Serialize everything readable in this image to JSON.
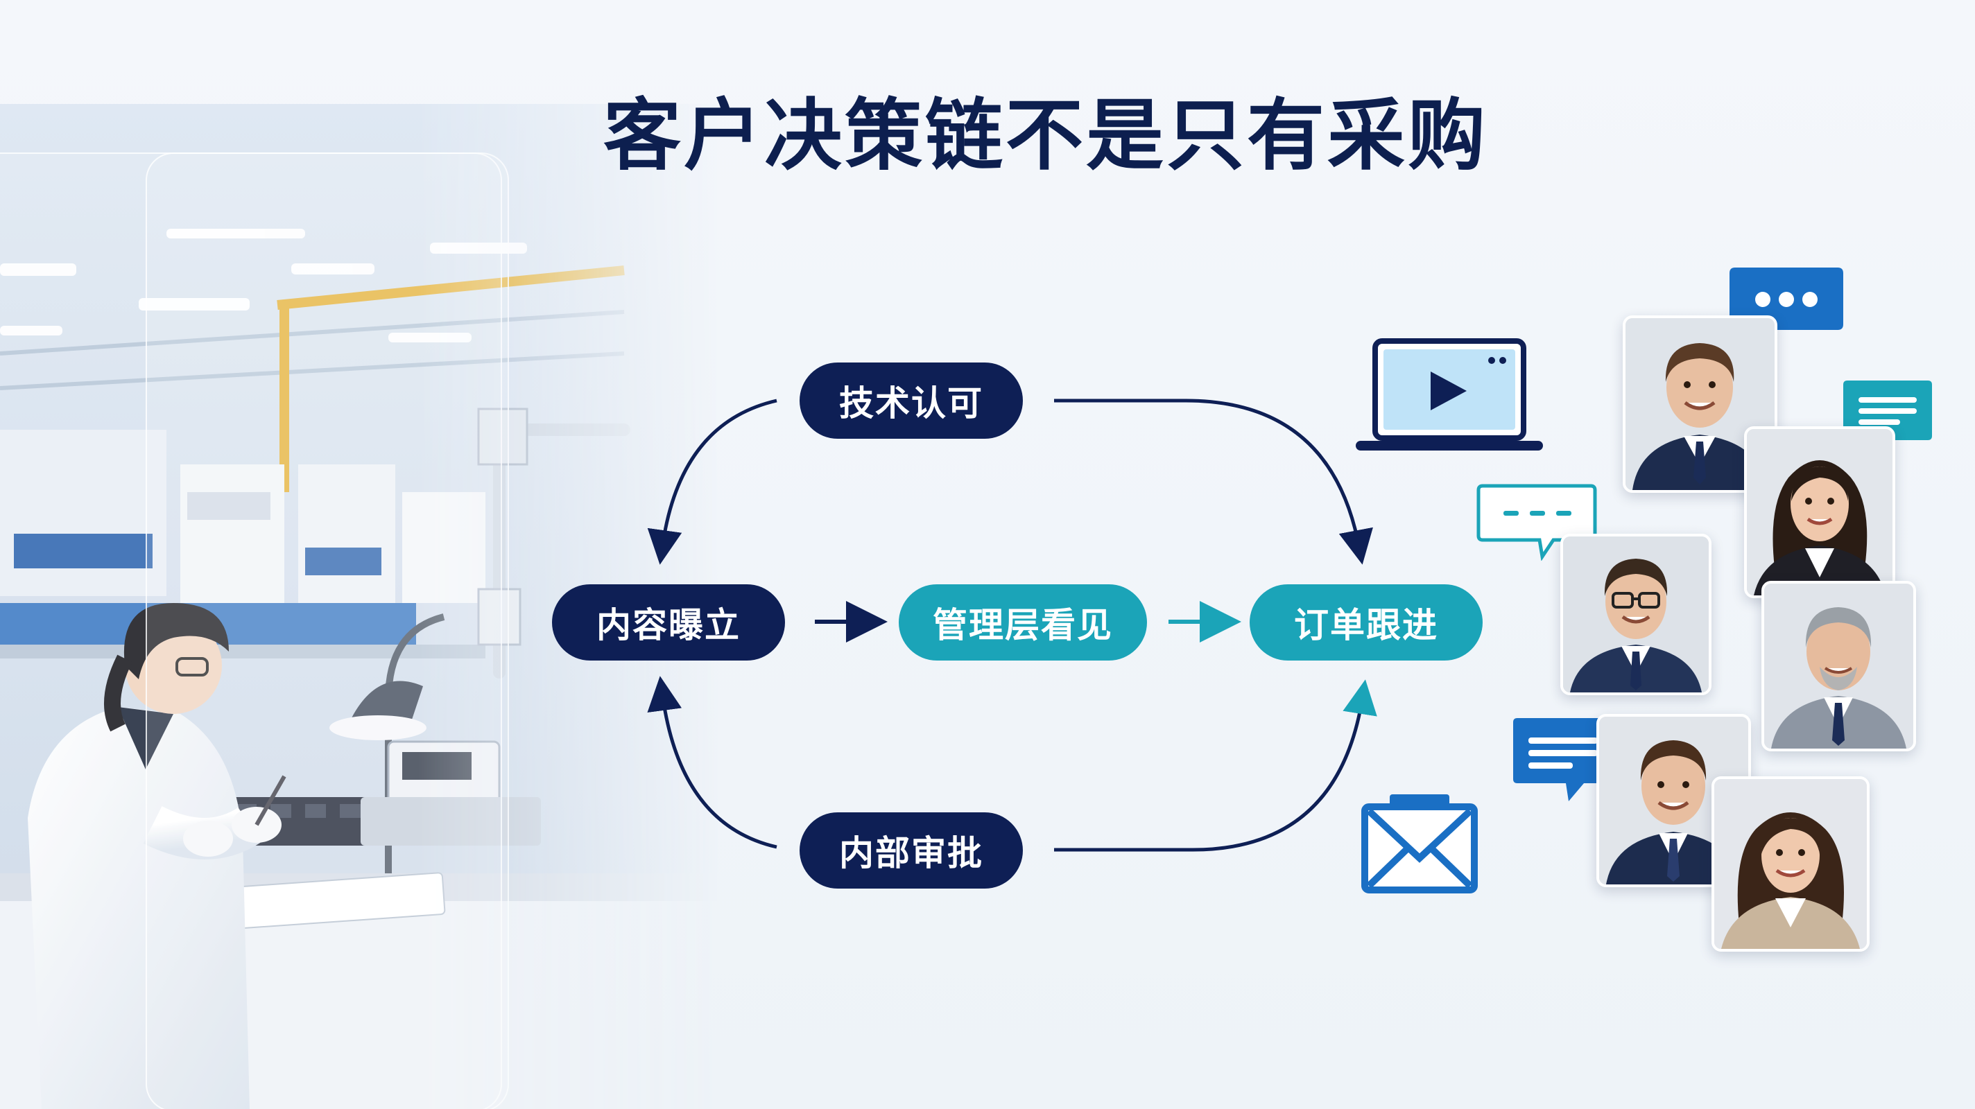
{
  "title": "客户决策链不是只有采购",
  "nodes": {
    "tech_approval": "技术认可",
    "content_exposure": "内容曝立",
    "management_seen": "管理层看见",
    "order_followup": "订单跟进",
    "internal_approval": "内部审批"
  },
  "colors": {
    "navy": "#0e1f55",
    "teal": "#1ba4b8",
    "blue": "#1a6fc4",
    "title": "#0d1f4f"
  },
  "icons": {
    "video": "laptop-play-icon",
    "mail": "envelope-icon",
    "chat": "speech-bubble-icon"
  }
}
